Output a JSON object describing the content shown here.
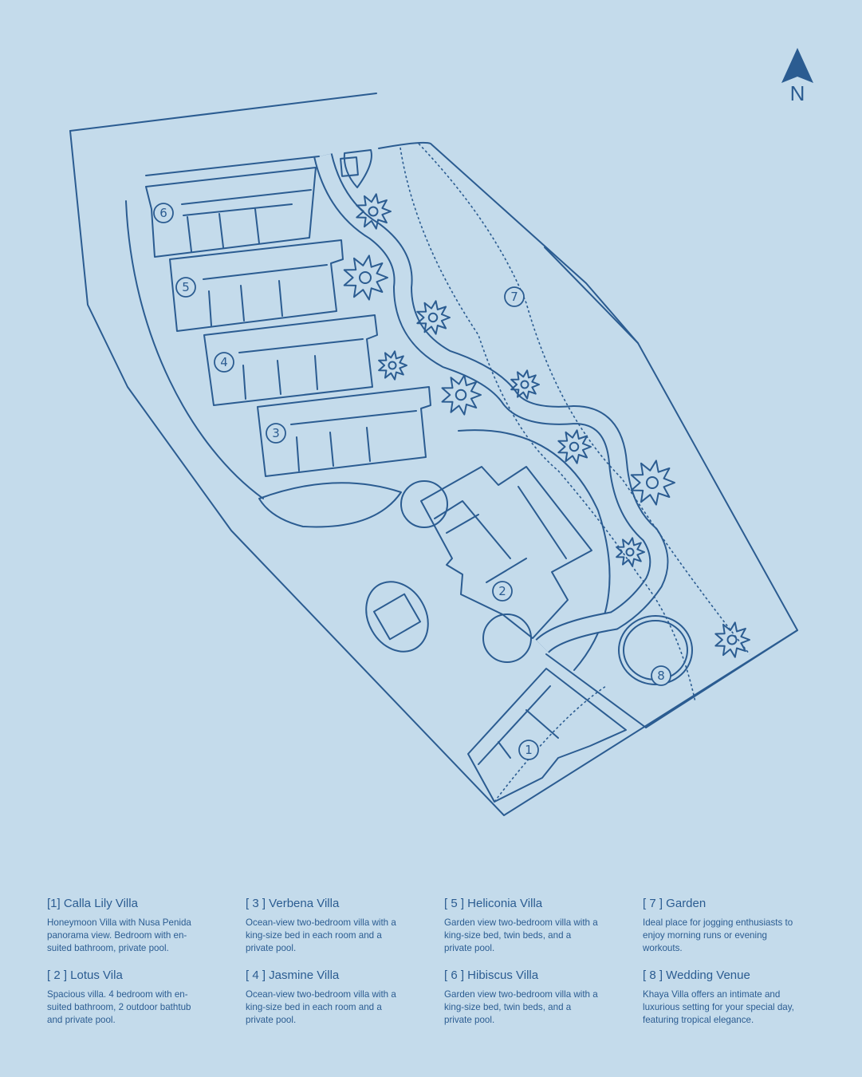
{
  "compass": {
    "label": "N"
  },
  "colors": {
    "background": "#c4dbeb",
    "line": "#2b5c91"
  },
  "markers": [
    "1",
    "2",
    "3",
    "4",
    "5",
    "6",
    "7",
    "8"
  ],
  "legend": [
    {
      "title": "[1] Calla Lily Villa",
      "desc": "Honeymoon Villa with Nusa Penida panorama view. Bedroom with en-suited bathroom, private pool."
    },
    {
      "title": "[ 2 ] Lotus Vila",
      "desc": "Spacious villa. 4 bedroom with en-suited bathroom, 2 outdoor bathtub and private pool."
    },
    {
      "title": "[ 3 ] Verbena Villa",
      "desc": "Ocean-view two-bedroom villa with a king-size bed in each room and a private pool."
    },
    {
      "title": "[ 4 ] Jasmine Villa",
      "desc": "Ocean-view two-bedroom villa with a king-size bed in each room and a private pool."
    },
    {
      "title": "[ 5 ] Heliconia Villa",
      "desc": "Garden view two-bedroom villa with a king-size bed, twin beds, and a private pool."
    },
    {
      "title": "[ 6 ] Hibiscus Villa",
      "desc": "Garden view two-bedroom villa with a king-size bed, twin beds, and a private pool."
    },
    {
      "title": "[ 7 ] Garden",
      "desc": "Ideal place for jogging enthusiasts to enjoy morning runs or evening workouts."
    },
    {
      "title": "[ 8 ] Wedding Venue",
      "desc": "Khaya Villa offers an intimate and luxurious setting for your special day, featuring tropical elegance."
    }
  ]
}
